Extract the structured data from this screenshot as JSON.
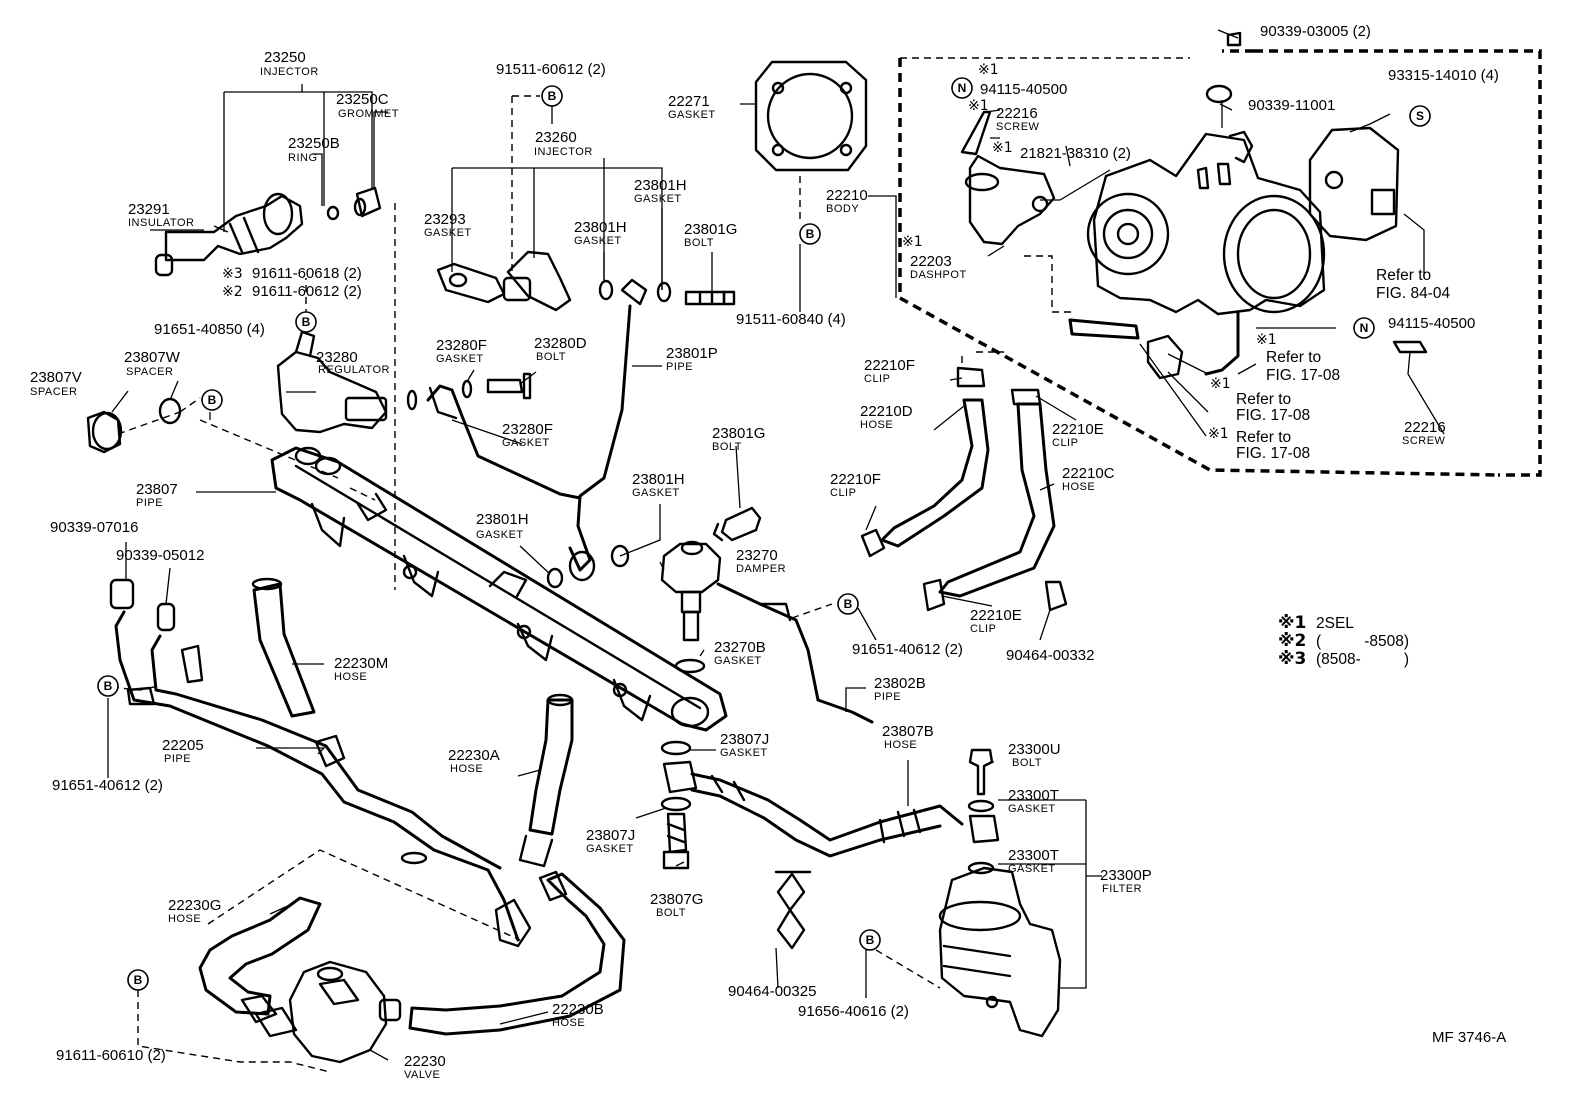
{
  "parts": {
    "p23250": {
      "num": "23250",
      "name": "INJECTOR"
    },
    "p23250C": {
      "num": "23250C",
      "name": "GROMMET"
    },
    "p23250B": {
      "num": "23250B",
      "name": "RING"
    },
    "p23291": {
      "num": "23291",
      "name": "INSULATOR"
    },
    "p91611_60618": {
      "num": "91611-60618 (2)",
      "mark": "※3"
    },
    "p91611_60612": {
      "num": "91611-60612 (2)",
      "mark": "※2"
    },
    "p91651_40850": {
      "num": "91651-40850 (4)"
    },
    "p23807W": {
      "num": "23807W",
      "name": "SPACER"
    },
    "p23807V": {
      "num": "23807V",
      "name": "SPACER"
    },
    "p23280": {
      "num": "23280",
      "name": "REGULATOR"
    },
    "p91511_60612": {
      "num": "91511-60612 (2)"
    },
    "p23260": {
      "num": "23260",
      "name": "INJECTOR"
    },
    "p23293": {
      "num": "23293",
      "name": "GASKET"
    },
    "p23801H_a": {
      "num": "23801H",
      "name": "GASKET"
    },
    "p23801H_b": {
      "num": "23801H",
      "name": "GASKET"
    },
    "p23801G_a": {
      "num": "23801G",
      "name": "BOLT"
    },
    "p22271": {
      "num": "22271",
      "name": "GASKET"
    },
    "p91511_60840": {
      "num": "91511-60840 (4)"
    },
    "p23280F_a": {
      "num": "23280F",
      "name": "GASKET"
    },
    "p23280D": {
      "num": "23280D",
      "name": "BOLT"
    },
    "p23280F_b": {
      "num": "23280F",
      "name": "GASKET"
    },
    "p23801P": {
      "num": "23801P",
      "name": "PIPE"
    },
    "p23801G_b": {
      "num": "23801G",
      "name": "BOLT"
    },
    "p23801H_c": {
      "num": "23801H",
      "name": "GASKET"
    },
    "p23801H_d": {
      "num": "23801H",
      "name": "GASKET"
    },
    "p23807": {
      "num": "23807",
      "name": "PIPE"
    },
    "p90339_07016": {
      "num": "90339-07016"
    },
    "p90339_05012": {
      "num": "90339-05012"
    },
    "p23270": {
      "num": "23270",
      "name": "DAMPER"
    },
    "p91651_40612_a": {
      "num": "91651-40612 (2)"
    },
    "p22230M": {
      "num": "22230M",
      "name": "HOSE"
    },
    "p23270B": {
      "num": "23270B",
      "name": "GASKET"
    },
    "p23802B": {
      "num": "23802B",
      "name": "PIPE"
    },
    "p22205": {
      "num": "22205",
      "name": "PIPE"
    },
    "p91651_40612_b": {
      "num": "91651-40612 (2)"
    },
    "p22230A": {
      "num": "22230A",
      "name": "HOSE"
    },
    "p23807J_a": {
      "num": "23807J",
      "name": "GASKET"
    },
    "p23807J_b": {
      "num": "23807J",
      "name": "GASKET"
    },
    "p23807G": {
      "num": "23807G",
      "name": "BOLT"
    },
    "p23807B": {
      "num": "23807B",
      "name": "HOSE"
    },
    "p23300U": {
      "num": "23300U",
      "name": "BOLT"
    },
    "p23300T_a": {
      "num": "23300T",
      "name": "GASKET"
    },
    "p23300T_b": {
      "num": "23300T",
      "name": "GASKET"
    },
    "p23300P": {
      "num": "23300P",
      "name": "FILTER"
    },
    "p22230G": {
      "num": "22230G",
      "name": "HOSE"
    },
    "p22230B": {
      "num": "22230B",
      "name": "HOSE"
    },
    "p22230": {
      "num": "22230",
      "name": "VALVE"
    },
    "p91611_60610": {
      "num": "91611-60610 (2)"
    },
    "p90464_00325": {
      "num": "90464-00325"
    },
    "p91656_40616": {
      "num": "91656-40616 (2)"
    },
    "p90339_03005": {
      "num": "90339-03005 (2)"
    },
    "p94115_40500_a": {
      "num": "94115-40500",
      "mark": "※1"
    },
    "p22216_a": {
      "num": "22216",
      "name": "SCREW",
      "mark": "※1"
    },
    "p21821_38310": {
      "num": "21821-38310 (2)",
      "mark": "※1"
    },
    "p22210": {
      "num": "22210",
      "name": "BODY"
    },
    "p22203": {
      "num": "22203",
      "name": "DASHPOT",
      "mark": "※1"
    },
    "p90339_11001": {
      "num": "90339-11001"
    },
    "p93315_14010": {
      "num": "93315-14010 (4)"
    },
    "p94115_40500_b": {
      "num": "94115-40500"
    },
    "p22216_b": {
      "num": "22216",
      "name": "SCREW"
    },
    "p22210F_a": {
      "num": "22210F",
      "name": "CLIP"
    },
    "p22210D": {
      "num": "22210D",
      "name": "HOSE"
    },
    "p22210F_b": {
      "num": "22210F",
      "name": "CLIP"
    },
    "p22210E_a": {
      "num": "22210E",
      "name": "CLIP"
    },
    "p22210C": {
      "num": "22210C",
      "name": "HOSE"
    },
    "p22210E_b": {
      "num": "22210E",
      "name": "CLIP"
    },
    "p90464_00332": {
      "num": "90464-00332"
    }
  },
  "refs": {
    "fig84": {
      "line1": "Refer to",
      "line2": "FIG. 84-04"
    },
    "fig17a": {
      "mark": "※1",
      "line1": "Refer to",
      "line2": "FIG. 17-08"
    },
    "fig17b": {
      "mark": "※1",
      "line1": "Refer to",
      "line2": "FIG. 17-08"
    },
    "fig17c": {
      "mark": "※1",
      "line1": "Refer to",
      "line2": "FIG. 17-08"
    }
  },
  "callout_letters": {
    "b": "B",
    "s": "S",
    "n": "N"
  },
  "legend": [
    {
      "mark": "※1",
      "text": "2SEL"
    },
    {
      "mark": "※2",
      "text": "(          -8508)"
    },
    {
      "mark": "※3",
      "text": "(8508-          )"
    }
  ],
  "figure_code": "MF 3746-A"
}
